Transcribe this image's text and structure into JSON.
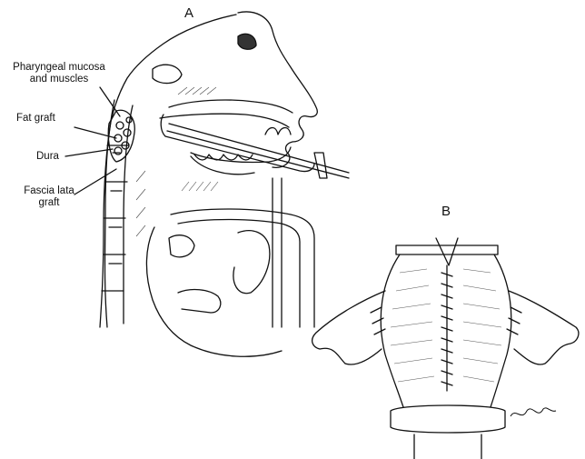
{
  "figure": {
    "panel_a_letter": "A",
    "panel_b_letter": "B",
    "labels": {
      "pharyngeal_line1": "Pharyngeal mucosa",
      "pharyngeal_line2": "and muscles",
      "fat_graft": "Fat graft",
      "dura": "Dura",
      "fascia_line1": "Fascia lata",
      "fascia_line2": "graft"
    },
    "line_color": "#111111"
  }
}
